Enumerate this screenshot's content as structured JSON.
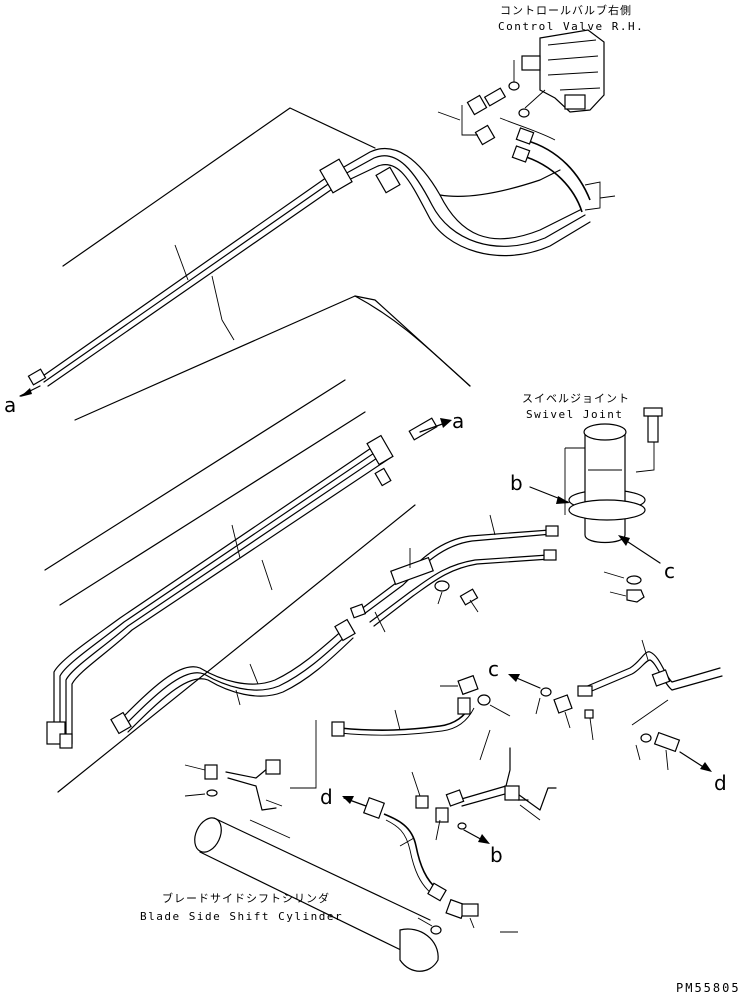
{
  "labels": {
    "control_valve_jp": "コントロールバルブ右側",
    "control_valve_en": "Control Valve R.H.",
    "swivel_joint_jp": "スイベルジョイント",
    "swivel_joint_en": "Swivel Joint",
    "blade_cylinder_jp": "ブレードサイドシフトシリンダ",
    "blade_cylinder_en": "Blade Side Shift Cylinder"
  },
  "refs": {
    "a": "a",
    "b": "b",
    "c": "c",
    "d": "d"
  },
  "drawing_code": "PM55805"
}
